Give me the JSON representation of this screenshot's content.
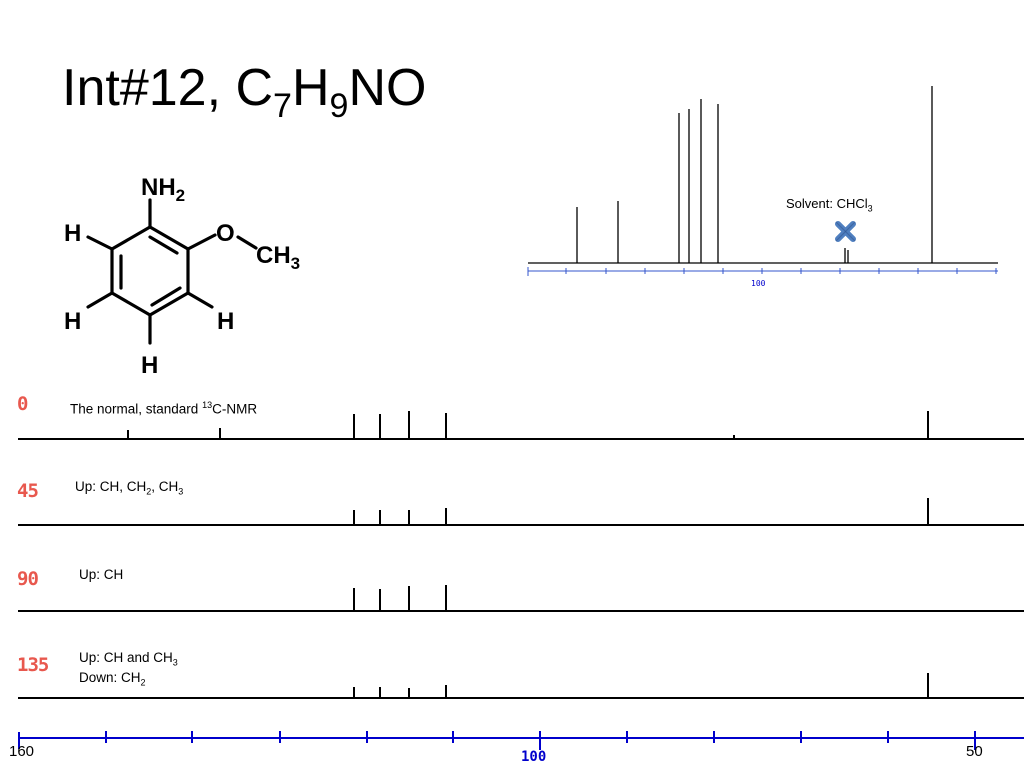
{
  "slide": {
    "title_main": "Int#12, C",
    "title_sub1": "7",
    "title_mid": "H",
    "title_sub2": "9",
    "title_end": "NO"
  },
  "molecule": {
    "nh2_label": "NH",
    "nh2_sub": "2",
    "o_label": "O",
    "ch3_label": "CH",
    "ch3_sub": "3",
    "h_labels": [
      "H",
      "H",
      "H",
      "H"
    ]
  },
  "reference_spectrum": {
    "solvent_label": "Solvent: CHCl",
    "solvent_sub": "3",
    "axis_label": "100",
    "cross_color": "#4f7fc0"
  },
  "dept": [
    {
      "angle": "0",
      "label_pre": "The normal, standard ",
      "label_sup": "13",
      "label_post": "C-NMR",
      "line2": ""
    },
    {
      "angle": "45",
      "label_pre": "Up: CH, CH",
      "label_sub1": "2",
      "label_mid": ", CH",
      "label_sub2": "3"
    },
    {
      "angle": "90",
      "label_pre": "Up: CH"
    },
    {
      "angle": "135",
      "line1_pre": "Up: CH and CH",
      "line1_sub": "3",
      "line2_pre": "Down: CH",
      "line2_sub": "2"
    }
  ],
  "bottom_axis": {
    "left_label": "160",
    "mid_label": "100",
    "right_label": "50",
    "color": "#0000cc"
  },
  "chart_data": {
    "type": "line",
    "x_unit": "ppm",
    "xlim": [
      160,
      50
    ],
    "spectra": [
      {
        "name": "0",
        "peaks": [
          148,
          137,
          121,
          118,
          115,
          110,
          55
        ]
      },
      {
        "name": "45",
        "peaks": [
          121,
          118,
          115,
          110,
          55
        ]
      },
      {
        "name": "90",
        "peaks": [
          121,
          118,
          115,
          110
        ]
      },
      {
        "name": "135",
        "peaks": [
          121,
          118,
          115,
          110,
          55
        ]
      }
    ]
  }
}
